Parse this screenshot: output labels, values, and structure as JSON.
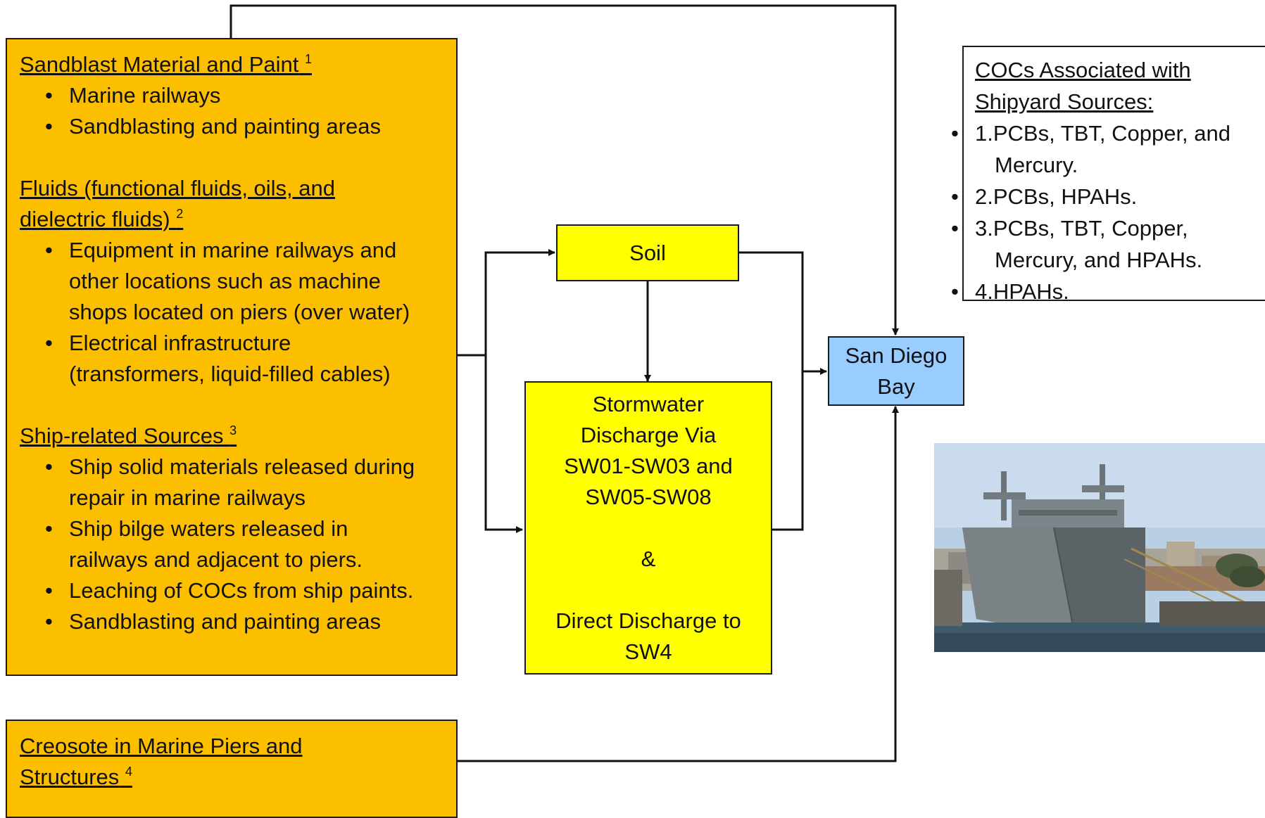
{
  "sources": {
    "sandblast": {
      "heading": "Sandblast Material and Paint",
      "note": "1",
      "items": [
        "Marine railways",
        "Sandblasting and painting areas"
      ]
    },
    "fluids": {
      "heading_line1": "Fluids (functional fluids, oils, and",
      "heading_line2": "dielectric fluids)",
      "note": "2",
      "items": [
        [
          "Equipment in marine railways and",
          "other locations such as machine",
          "shops located on piers (over water)"
        ],
        [
          "Electrical infrastructure",
          "(transformers, liquid-filled cables)"
        ]
      ]
    },
    "ship": {
      "heading": "Ship-related Sources",
      "note": "3",
      "items": [
        [
          "Ship solid materials released during",
          "repair in marine railways"
        ],
        [
          "Ship bilge waters released in",
          "railways and adjacent to piers."
        ],
        [
          "Leaching of COCs from ship paints."
        ],
        [
          "Sandblasting and painting areas"
        ]
      ]
    },
    "creosote": {
      "heading_line1": "Creosote in Marine Piers and",
      "heading_line2": "Structures",
      "note": "4"
    }
  },
  "nodes": {
    "soil": "Soil",
    "stormwater": [
      "Stormwater",
      "Discharge Via",
      "SW01-SW03 and",
      "SW05-SW08",
      "",
      "&",
      "",
      "Direct Discharge to",
      "SW4"
    ],
    "bay": [
      "San Diego",
      "Bay"
    ]
  },
  "cocs": {
    "title_line1": "COCs Associated with",
    "title_line2": "Shipyard Sources:",
    "items": [
      [
        "1.PCBs, TBT, Copper, and",
        "Mercury."
      ],
      [
        "2.PCBs, HPAHs."
      ],
      [
        "3.PCBs, TBT, Copper,",
        "Mercury, and HPAHs."
      ],
      [
        "4.HPAHs."
      ]
    ]
  },
  "colors": {
    "source_fill": "#fbbf00",
    "pathway_fill": "#ffff00",
    "receptor_fill": "#99ccff"
  },
  "photo": {
    "icon": "ship-photo"
  }
}
